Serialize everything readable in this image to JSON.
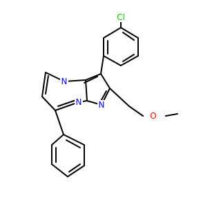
{
  "molecule": {
    "atoms": {
      "cl": {
        "symbol": "Cl",
        "color": "#00cc00"
      },
      "n4": {
        "symbol": "N",
        "color": "#0000ff"
      },
      "n8": {
        "symbol": "N",
        "color": "#0000ff"
      },
      "n1": {
        "symbol": "N",
        "color": "#0000ff"
      },
      "o": {
        "symbol": "O",
        "color": "#ff0000"
      }
    }
  }
}
